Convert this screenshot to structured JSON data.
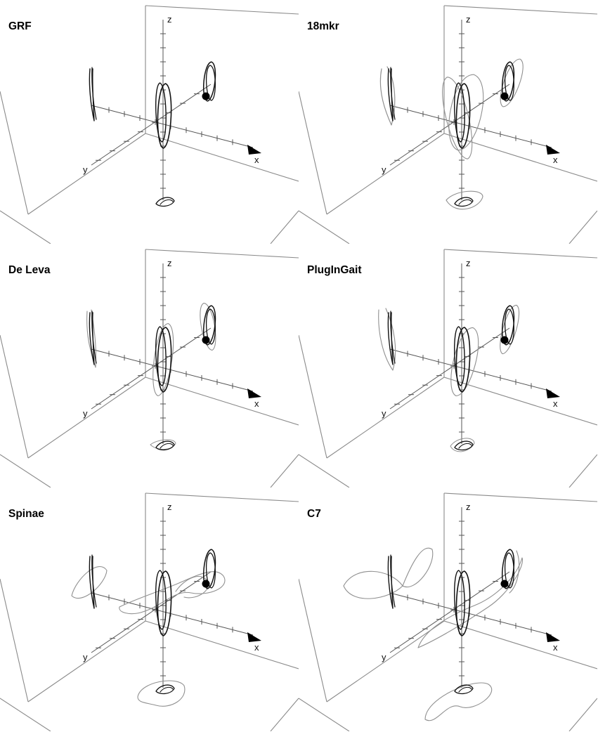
{
  "axis_labels": {
    "x": "x",
    "y": "y",
    "z": "z"
  },
  "colors": {
    "reference_curve": "#111111",
    "comparison_curve": "#909090",
    "frame": "#8a8a8a",
    "axis": "#555555"
  },
  "panels": [
    {
      "title": "GRF"
    },
    {
      "title": "18mkr"
    },
    {
      "title": "De Leva"
    },
    {
      "title": "PlugInGait"
    },
    {
      "title": "Spinae"
    },
    {
      "title": "C7"
    }
  ]
}
